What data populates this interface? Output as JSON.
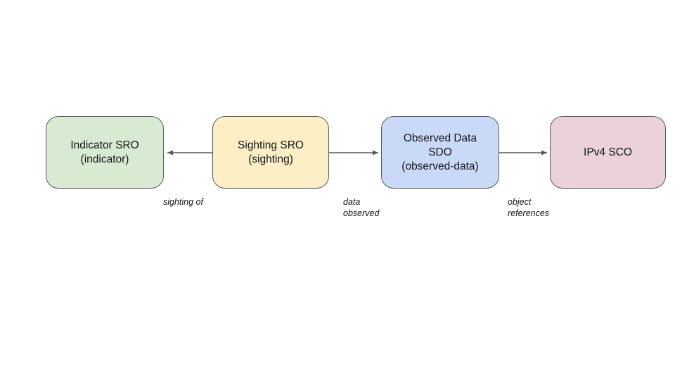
{
  "diagram": {
    "background": "#ffffff",
    "arrow_color": "#555555",
    "text_color": "#141414",
    "node_border_color": "#595959",
    "nodes": [
      {
        "id": "indicator-sro",
        "label": "Indicator SRO\n(indicator)",
        "fill": "#d9ead3"
      },
      {
        "id": "sighting-sro",
        "label": "Sighting SRO\n(sighting)",
        "fill": "#fceec5"
      },
      {
        "id": "observed-data-sdo",
        "label": "Observed Data\nSDO\n(observed-data)",
        "fill": "#c9daf8"
      },
      {
        "id": "ipv4-sco",
        "label": "IPv4 SCO",
        "fill": "#ead1dc"
      }
    ],
    "edges": [
      {
        "id": "sighting-of",
        "label": "sighting of",
        "from": "sighting-sro",
        "to": "indicator-sro",
        "direction": "left"
      },
      {
        "id": "data-observed",
        "label": "data\nobserved",
        "from": "sighting-sro",
        "to": "observed-data-sdo",
        "direction": "right"
      },
      {
        "id": "object-references",
        "label": "object\nreferences",
        "from": "observed-data-sdo",
        "to": "ipv4-sco",
        "direction": "right"
      }
    ]
  }
}
